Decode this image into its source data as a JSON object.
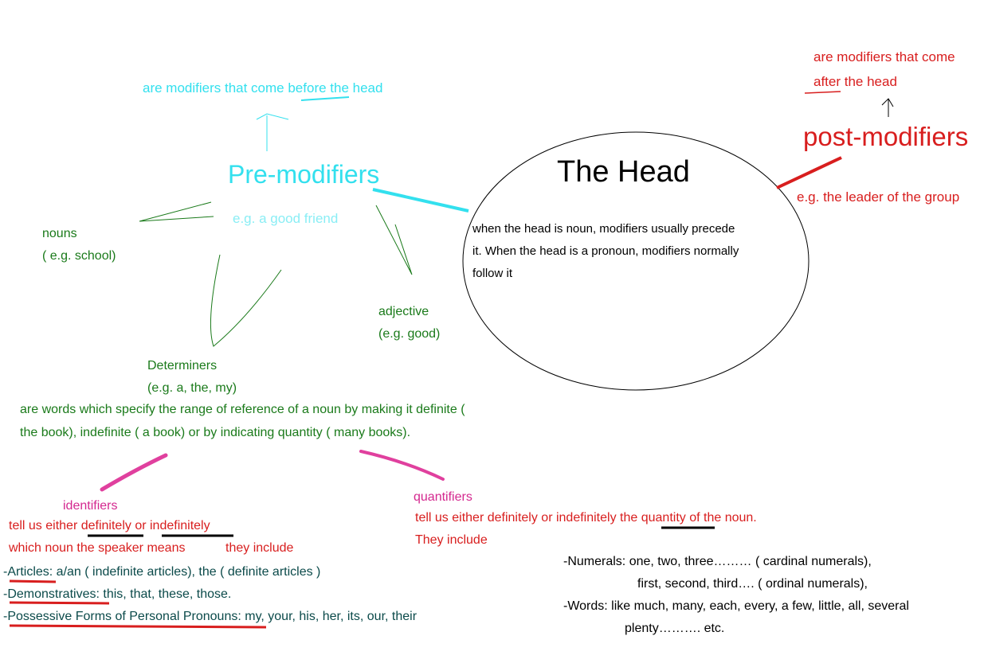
{
  "pre": {
    "desc": "are modifiers that come before the head",
    "title": "Pre-modifiers",
    "example": "e.g. a good friend"
  },
  "head": {
    "title": "The Head",
    "body": [
      "when the head is noun, modifiers usually precede",
      "it. When the head is a pronoun, modifiers normally",
      "follow it"
    ]
  },
  "post": {
    "desc": [
      "are modifiers that come",
      "after the head"
    ],
    "title": "post-modifiers",
    "example": "e.g. the leader of the group"
  },
  "nouns": {
    "label": "nouns",
    "example": "( e.g. school)"
  },
  "adjective": {
    "label": "adjective",
    "example": "(e.g. good)"
  },
  "determiners": {
    "label": "Determiners",
    "example": "(e.g. a, the, my)",
    "desc": [
      "are words which specify the range of reference of a noun by making it definite (",
      "the book), indefinite ( a book) or by indicating quantity ( many books)."
    ]
  },
  "identifiers": {
    "label": "identifiers",
    "line1_a": "tell us either ",
    "line1_b": "definitely",
    "line1_c": " or ",
    "line1_d": "indefinitely",
    "line2": "which noun the speaker means",
    "line2_b": "they include",
    "items": [
      {
        "name": "Articles",
        "text": ": a/an ( indefinite articles), the ( definite articles )"
      },
      {
        "name": "Demonstratives",
        "text": ": this, that, these, those."
      },
      {
        "name": "Possessive Forms of Personal Pronouns",
        "text": ": my, your, his, her, its, our, their"
      }
    ]
  },
  "quantifiers": {
    "label": "quantifiers",
    "line1_a": "tell us either definitely or indefinitely the ",
    "line1_b": "quantity",
    "line1_c": " of the noun.",
    "line2": "They include",
    "numerals_label": "-Numerals",
    "numerals_1": ": one, two, three……… ( cardinal numerals),",
    "numerals_2": "first, second, third…. ( ordinal numerals),",
    "words_label": "-Words",
    "words_1": ":  like much, many, each, every, a few, little, all, several",
    "words_2": "plenty………. etc."
  }
}
